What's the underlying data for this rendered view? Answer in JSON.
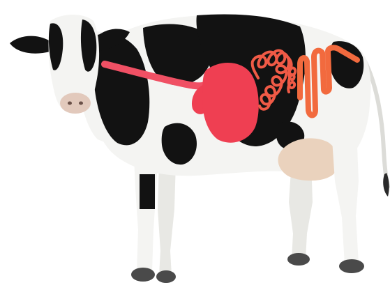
{
  "colors": {
    "background": "#ffffff",
    "coat_white": "#f4f4f2",
    "coat_black": "#121212",
    "hoof": "#4a4a4a",
    "udder": "#ead2bd",
    "muzzle": "#e2c9bc",
    "esophagus": "#f05064",
    "rumen": "#ef3f52",
    "small_intestine": "#f05a46",
    "large_intestine": "#f26a3e"
  },
  "organs": [
    {
      "id": "esophagus",
      "color_key": "esophagus"
    },
    {
      "id": "reticulum",
      "color_key": "rumen"
    },
    {
      "id": "rumen",
      "color_key": "rumen"
    },
    {
      "id": "small-intestine",
      "color_key": "small_intestine"
    },
    {
      "id": "large-intestine",
      "color_key": "large_intestine"
    }
  ]
}
